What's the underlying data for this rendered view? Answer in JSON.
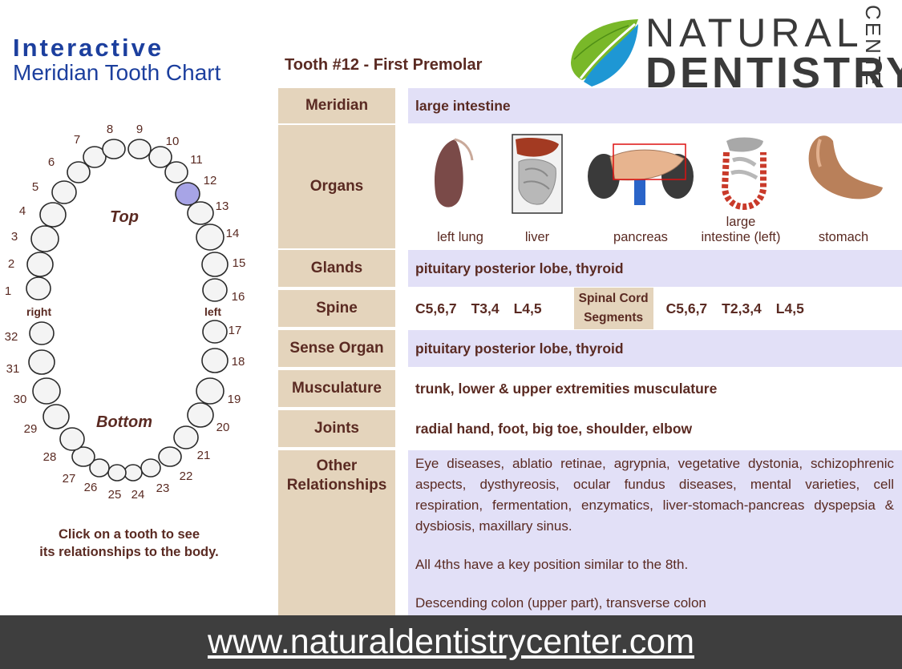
{
  "title": {
    "line1": "Interactive",
    "line2": "Meridian Tooth Chart"
  },
  "chart": {
    "top_label": "Top",
    "bottom_label": "Bottom",
    "right_label": "right",
    "left_label": "left",
    "selected_tooth": 12,
    "selected_color": "#a7a4e6",
    "tooth_numbers": [
      "1",
      "2",
      "3",
      "4",
      "5",
      "6",
      "7",
      "8",
      "9",
      "10",
      "11",
      "12",
      "13",
      "14",
      "15",
      "16",
      "17",
      "18",
      "19",
      "20",
      "21",
      "22",
      "23",
      "24",
      "25",
      "26",
      "27",
      "28",
      "29",
      "30",
      "31",
      "32"
    ]
  },
  "instructions": {
    "line1": "Click on a tooth to see",
    "line2": "its relationships to the body."
  },
  "tooth_heading": "Tooth #12 - First Premolar",
  "logo": {
    "line1": "NATURAL",
    "line2": "DENTISTRY",
    "vertical": "CENTER"
  },
  "rows": {
    "meridian": {
      "label": "Meridian",
      "value": "large intestine"
    },
    "organs": {
      "label": "Organs",
      "items": [
        {
          "name": "left lung",
          "icon": "lung-icon"
        },
        {
          "name": "liver",
          "icon": "liver-icon"
        },
        {
          "name": "pancreas",
          "icon": "pancreas-icon"
        },
        {
          "name": "large intestine (left)",
          "line1": "large",
          "line2": "intestine (left)",
          "icon": "large-intestine-icon"
        },
        {
          "name": "stomach",
          "icon": "stomach-icon"
        }
      ]
    },
    "glands": {
      "label": "Glands",
      "value": "pituitary posterior lobe, thyroid"
    },
    "spine": {
      "label": "Spine",
      "parts": [
        "C5,6,7",
        "T3,4",
        "L4,5"
      ],
      "segments_label_1": "Spinal Cord",
      "segments_label_2": "Segments",
      "segments": [
        "C5,6,7",
        "T2,3,4",
        "L4,5"
      ]
    },
    "sense_organ": {
      "label": "Sense Organ",
      "value": "pituitary posterior lobe, thyroid"
    },
    "musculature": {
      "label": "Musculature",
      "value": "trunk, lower & upper extremities musculature"
    },
    "joints": {
      "label": "Joints",
      "value": "radial hand, foot, big toe, shoulder, elbow"
    },
    "other": {
      "label_1": "Other",
      "label_2": "Relationships",
      "para1": "Eye diseases, ablatio retinae, agrypnia, vegetative dystonia, schizophrenic aspects, dysthyreosis, ocular fundus diseases, mental varieties, cell respiration, fermentation, enzymatics, liver-stomach-pancreas dyspepsia & dysbiosis, maxillary sinus.",
      "para2": "All 4ths have a key position similar to the 8th.",
      "para3": "Descending colon (upper part), transverse colon"
    }
  },
  "footer": {
    "url": "www.naturaldentistrycenter.com"
  },
  "colors": {
    "title_blue": "#1c3f9e",
    "label_bg": "#e4d4bc",
    "value_bg": "#e2e0f7",
    "text_brown": "#5a2a22",
    "footer_bg": "#3e3e3e"
  }
}
